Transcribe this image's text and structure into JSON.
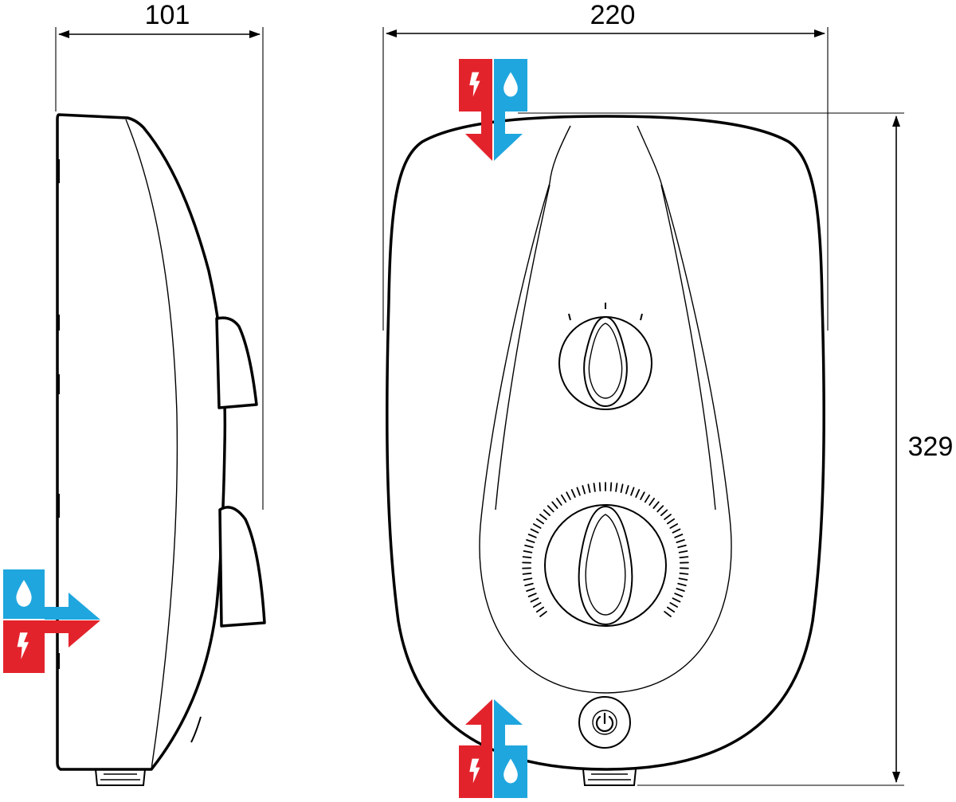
{
  "dimensions": {
    "depth": "101",
    "width": "220",
    "height": "329"
  },
  "icons": {
    "power": "lightning-bolt-icon",
    "water": "water-drop-icon",
    "power_button": "power-icon"
  },
  "colors": {
    "power": "#e3232c",
    "water": "#1fa6de",
    "line": "#000000"
  }
}
